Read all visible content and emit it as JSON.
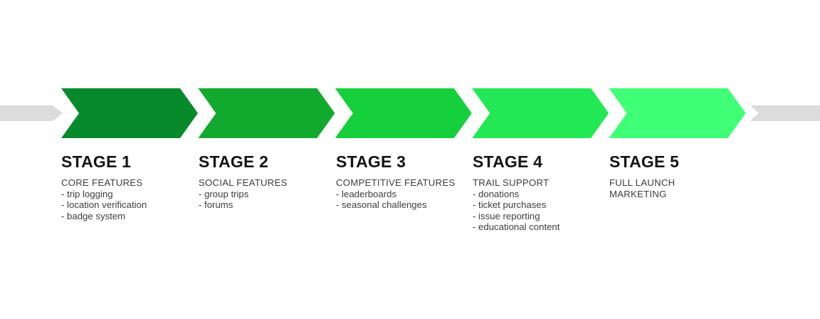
{
  "diagram": {
    "type": "process-roadmap-chevron",
    "orientation": "horizontal",
    "colors": {
      "track": "#dcdcdc",
      "background": "#ffffff",
      "title_text": "#141414",
      "body_text": "#3d3d3d"
    },
    "lead_in_connector": "gray-arrow-tail",
    "lead_out_connector": "gray-arrow-tail"
  },
  "stages": [
    {
      "title": "STAGE 1",
      "category": "CORE FEATURES",
      "color": "#078a2b",
      "items": [
        "- trip logging",
        "- location verification",
        "- badge system"
      ]
    },
    {
      "title": "STAGE 2",
      "category": "SOCIAL FEATURES",
      "color": "#11a92e",
      "items": [
        "- group trips",
        "- forums"
      ]
    },
    {
      "title": "STAGE 3",
      "category": "COMPETITIVE FEATURES",
      "color": "#16cf3c",
      "items": [
        "- leaderboards",
        "- seasonal challenges"
      ]
    },
    {
      "title": "STAGE 4",
      "category": "TRAIL SUPPORT",
      "color": "#23e855",
      "items": [
        "- donations",
        "- ticket purchases",
        "- issue reporting",
        "- educational content"
      ]
    },
    {
      "title": "STAGE 5",
      "category": "FULL LAUNCH",
      "category_line2": "MARKETING",
      "color": "#3eff75",
      "items": []
    }
  ]
}
